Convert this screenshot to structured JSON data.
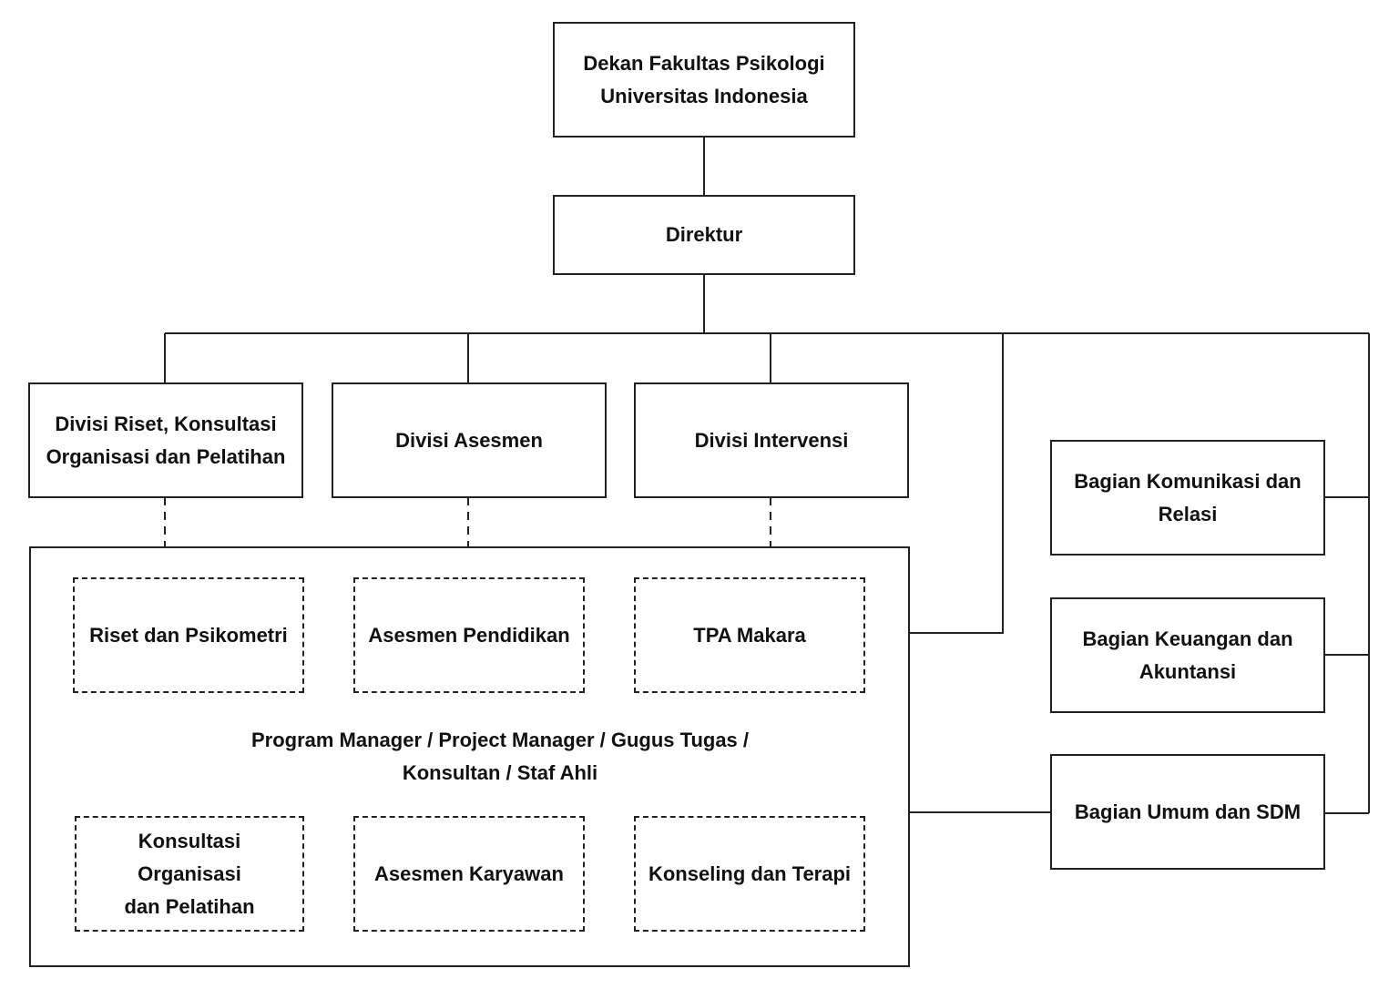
{
  "dean": "Dekan Fakultas Psikologi\nUniversitas Indonesia",
  "director": "Direktur",
  "divisions": [
    "Divisi Riset, Konsultasi\nOrganisasi dan Pelatihan",
    "Divisi Asesmen",
    "Divisi Intervensi"
  ],
  "units": [
    "Riset dan Psikometri",
    "Asesmen Pendidikan",
    "TPA Makara",
    "Konsultasi Organisasi\ndan Pelatihan",
    "Asesmen Karyawan",
    "Konseling dan Terapi"
  ],
  "program_label": "Program Manager / Project Manager / Gugus Tugas /\nKonsultan / Staf Ahli",
  "departments": [
    "Bagian Komunikasi dan\nRelasi",
    "Bagian Keuangan dan\nAkuntansi",
    "Bagian Umum dan SDM"
  ]
}
